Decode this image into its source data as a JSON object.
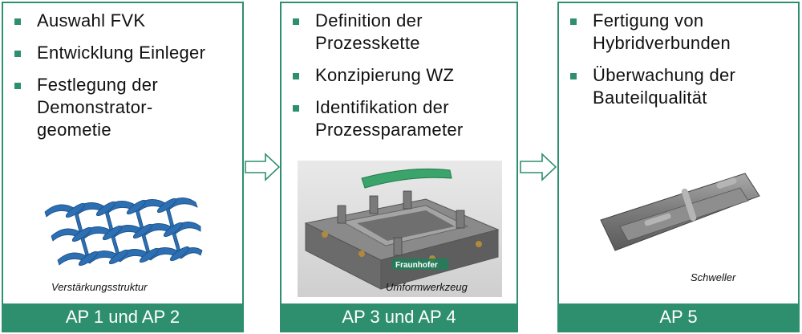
{
  "panels": [
    {
      "bullets": [
        "Auswahl FVK",
        "Entwicklung Einleger",
        "Festlegung der Demonstrator-geometie"
      ],
      "caption": "Verstärkungsstruktur",
      "footer": "AP 1 und AP 2"
    },
    {
      "bullets": [
        "Definition der Prozesskette",
        "Konzipierung WZ",
        "Identifikation der Prozessparameter"
      ],
      "caption": "Umformwerkzeug",
      "photo_logo": "Fraunhofer",
      "footer": "AP 3 und AP 4"
    },
    {
      "bullets": [
        "Fertigung von Hybridverbunden",
        "Überwachung der Bauteilqualität"
      ],
      "caption": "Schweller",
      "footer": "AP 5"
    }
  ],
  "colors": {
    "accent": "#2e8f6e",
    "structure": "#2c6fb3",
    "tool_green": "#3aa46b",
    "metal": "#7d7d7d"
  }
}
